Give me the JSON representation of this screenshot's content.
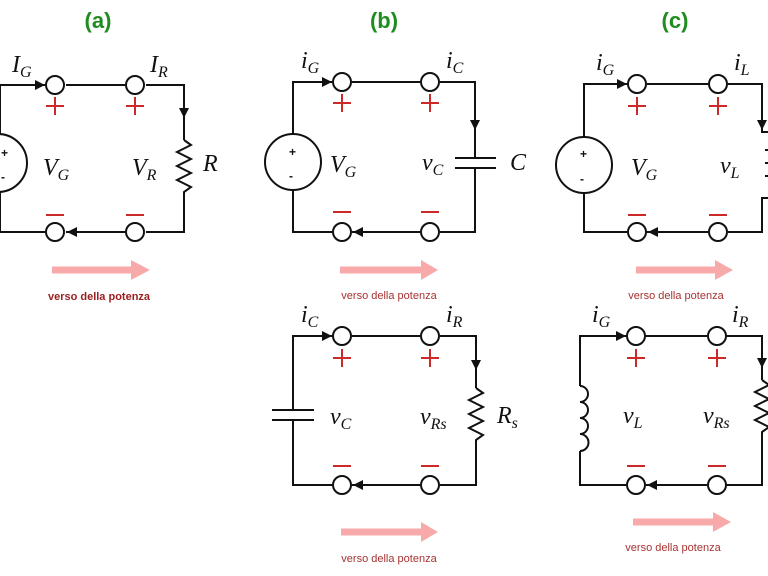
{
  "colors": {
    "title": "#1e8c1e",
    "polarity": "#cc2a2a",
    "power_arrow": "#f8aaaa",
    "caption": "#a83232",
    "wire": "#111111"
  },
  "panels": {
    "a": {
      "title": "(a)",
      "current_left": {
        "main": "I",
        "sub": "G"
      },
      "current_right": {
        "main": "I",
        "sub": "R"
      },
      "voltage_left": {
        "main": "V",
        "sub": "G"
      },
      "voltage_right": {
        "main": "V",
        "sub": "R"
      },
      "component_label": {
        "main": "R",
        "sub": ""
      },
      "source_plus": "+",
      "source_minus": "-",
      "caption": "verso della potenza"
    },
    "b_top": {
      "title": "(b)",
      "current_left": {
        "main": "i",
        "sub": "G"
      },
      "current_right": {
        "main": "i",
        "sub": "C"
      },
      "voltage_left": {
        "main": "V",
        "sub": "G"
      },
      "voltage_right": {
        "main": "v",
        "sub": "C"
      },
      "component_label": {
        "main": "C",
        "sub": ""
      },
      "source_plus": "+",
      "source_minus": "-",
      "caption": "verso della potenza"
    },
    "b_bottom": {
      "current_left": {
        "main": "i",
        "sub": "C"
      },
      "current_right": {
        "main": "i",
        "sub": "R"
      },
      "voltage_left": {
        "main": "v",
        "sub": "C"
      },
      "voltage_right": {
        "main": "v",
        "sub": "Rs"
      },
      "component_label": {
        "main": "R",
        "sub": "s"
      },
      "caption": "verso della potenza"
    },
    "c_top": {
      "title": "(c)",
      "current_left": {
        "main": "i",
        "sub": "G"
      },
      "current_right": {
        "main": "i",
        "sub": "L"
      },
      "voltage_left": {
        "main": "V",
        "sub": "G"
      },
      "voltage_right": {
        "main": "v",
        "sub": "L"
      },
      "source_plus": "+",
      "source_minus": "-",
      "caption": "verso della potenza"
    },
    "c_bottom": {
      "current_left": {
        "main": "i",
        "sub": "G"
      },
      "current_right": {
        "main": "i",
        "sub": "R"
      },
      "voltage_left": {
        "main": "v",
        "sub": "L"
      },
      "voltage_right": {
        "main": "v",
        "sub": "Rs"
      },
      "caption": "verso della potenza"
    }
  }
}
